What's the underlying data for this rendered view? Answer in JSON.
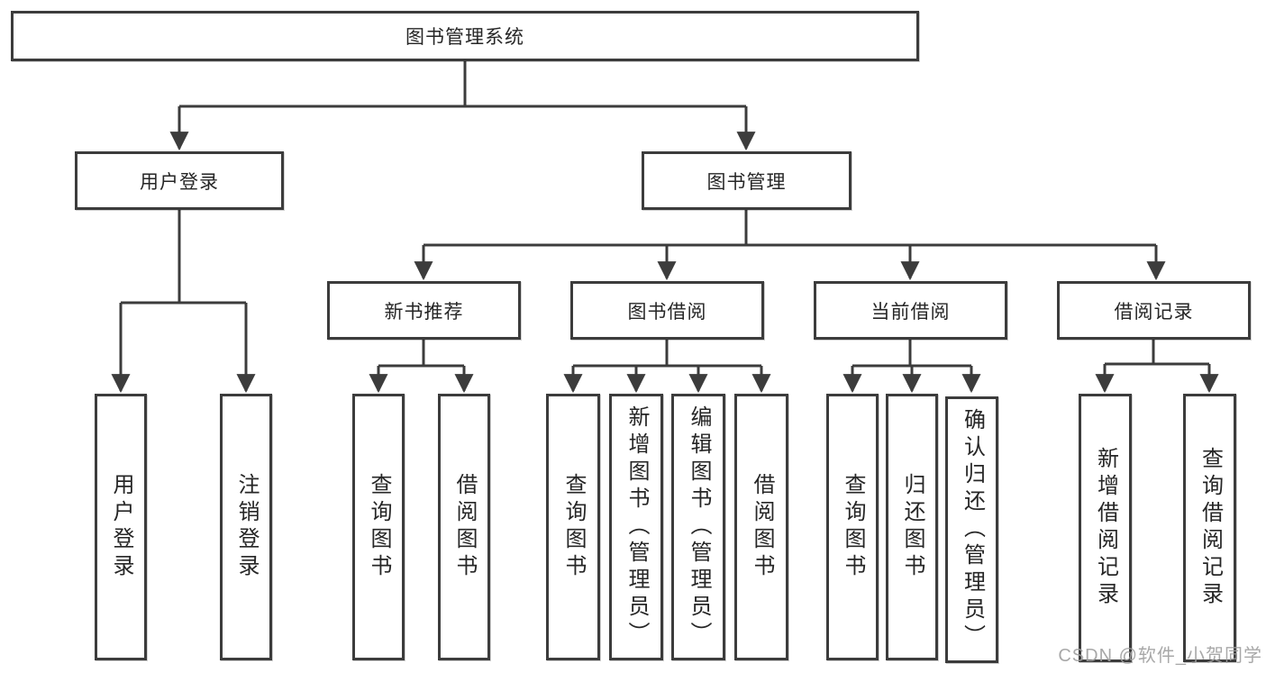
{
  "diagram_title": "图书管理系统",
  "tree": {
    "root": {
      "label": "图书管理系统",
      "children": [
        {
          "label": "用户登录",
          "children": [
            {
              "label": "用户登录"
            },
            {
              "label": "注销登录"
            }
          ]
        },
        {
          "label": "图书管理",
          "children": [
            {
              "label": "新书推荐",
              "children": [
                {
                  "label": "查询图书"
                },
                {
                  "label": "借阅图书"
                }
              ]
            },
            {
              "label": "图书借阅",
              "children": [
                {
                  "label": "查询图书"
                },
                {
                  "label": "新增图书（管理员）"
                },
                {
                  "label": "编辑图书（管理员）"
                },
                {
                  "label": "借阅图书"
                }
              ]
            },
            {
              "label": "当前借阅",
              "children": [
                {
                  "label": "查询图书"
                },
                {
                  "label": "归还图书"
                },
                {
                  "label": "确认归还（管理员）"
                }
              ]
            },
            {
              "label": "借阅记录",
              "children": [
                {
                  "label": "新增借阅记录"
                },
                {
                  "label": "查询借阅记录"
                }
              ]
            }
          ]
        }
      ]
    }
  },
  "watermark": "CSDN @软件_小贺同学",
  "colors": {
    "line": "#3c3c3c",
    "box_border": "#3c3c3c",
    "text": "#262626",
    "watermark": "#9e9e9e",
    "background": "#ffffff"
  }
}
